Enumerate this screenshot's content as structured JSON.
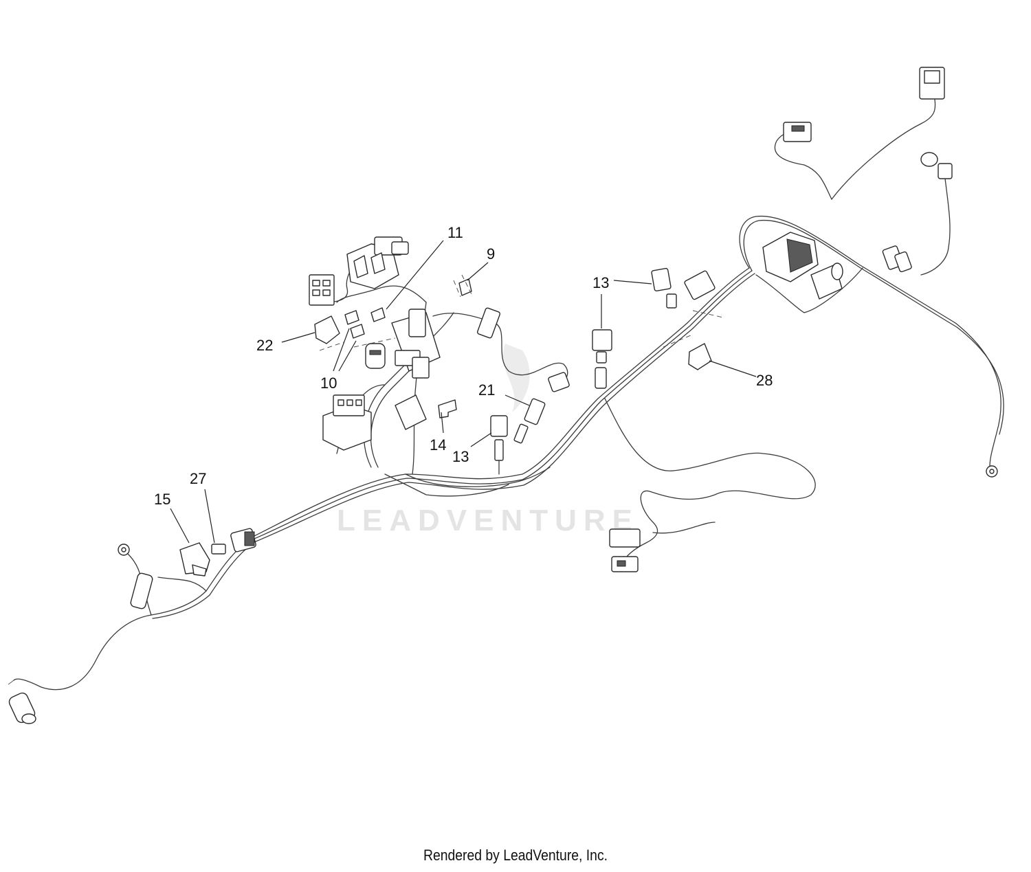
{
  "diagram": {
    "callouts": [
      {
        "id": "c11",
        "text": "11"
      },
      {
        "id": "c9",
        "text": "9"
      },
      {
        "id": "c13a",
        "text": "13"
      },
      {
        "id": "c22",
        "text": "22"
      },
      {
        "id": "c10",
        "text": "10"
      },
      {
        "id": "c28",
        "text": "28"
      },
      {
        "id": "c21",
        "text": "21"
      },
      {
        "id": "c14",
        "text": "14"
      },
      {
        "id": "c13b",
        "text": "13"
      },
      {
        "id": "c27",
        "text": "27"
      },
      {
        "id": "c15",
        "text": "15"
      }
    ],
    "watermark": "LEADVENTURE"
  },
  "footer": {
    "credit": "Rendered by LeadVenture, Inc."
  }
}
